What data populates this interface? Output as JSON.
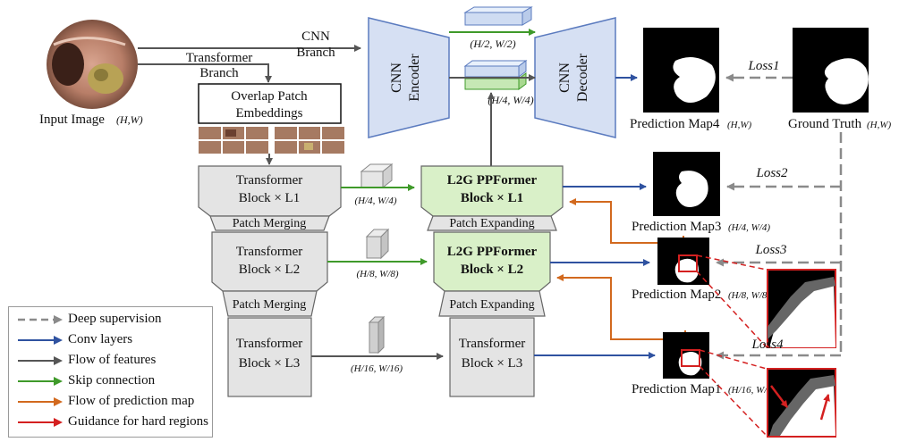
{
  "input": {
    "label": "Input Image",
    "size": "(H,W)"
  },
  "branches": {
    "cnn": [
      "CNN",
      "Branch"
    ],
    "transformer": [
      "Transformer",
      "Branch"
    ]
  },
  "overlap": [
    "Overlap Patch",
    "Embeddings"
  ],
  "cnn_encoder": [
    "CNN",
    "Encoder"
  ],
  "cnn_decoder": [
    "CNN",
    "Decoder"
  ],
  "skip_sizes": {
    "half": "(H/2, W/2)",
    "quarter": "(H/4, W/4)"
  },
  "transformer_blocks": [
    {
      "line1": "Transformer",
      "line2": "Block × L1"
    },
    {
      "line1": "Transformer",
      "line2": "Block × L2"
    },
    {
      "line1": "Transformer",
      "line2": "Block × L3"
    }
  ],
  "merging": [
    "Patch Merging",
    "Patch Merging"
  ],
  "ppformer_blocks": [
    {
      "line1": "L2G  PPFormer",
      "line2": "Block × L1"
    },
    {
      "line1": "L2G  PPFormer",
      "line2": "Block × L2"
    }
  ],
  "expanding": [
    "Patch Expanding",
    "Patch Expanding"
  ],
  "decoder_transformer": {
    "line1": "Transformer",
    "line2": "Block × L3"
  },
  "feature_sizes": [
    "(H/4, W/4)",
    "(H/8, W/8)",
    "(H/16, W/16)"
  ],
  "predictions": [
    {
      "label": "Prediction Map4",
      "size": "(H,W)"
    },
    {
      "label": "Prediction Map3",
      "size": "(H/4, W/4)"
    },
    {
      "label": "Prediction Map2",
      "size": "(H/8, W/8)"
    },
    {
      "label": "Prediction Map1",
      "size": "(H/16, W/16)"
    }
  ],
  "ground_truth": {
    "label": "Ground Truth",
    "size": "(H,W)"
  },
  "losses": [
    "Loss1",
    "Loss2",
    "Loss3",
    "Loss4"
  ],
  "legend": [
    {
      "label": "Deep supervision",
      "color": "#8a8a8a",
      "style": "dashed"
    },
    {
      "label": "Conv layers",
      "color": "#2f52a0",
      "style": "solid"
    },
    {
      "label": "Flow of features",
      "color": "#555555",
      "style": "solid"
    },
    {
      "label": "Skip connection",
      "color": "#3f9a2a",
      "style": "solid"
    },
    {
      "label": "Flow of prediction map",
      "color": "#d2691e",
      "style": "solid"
    },
    {
      "label": "Guidance for hard regions",
      "color": "#d42020",
      "style": "solid"
    }
  ],
  "colors": {
    "conv": "#2f52a0",
    "feature": "#555555",
    "skip": "#3f9a2a",
    "pred": "#d2691e",
    "hard": "#d42020",
    "super": "#8a8a8a",
    "cnn_fill": "#d6e0f3",
    "cnn_stroke": "#5b7bbf",
    "trans_fill": "#e4e4e4",
    "ppf_fill": "#d9f0c8"
  }
}
